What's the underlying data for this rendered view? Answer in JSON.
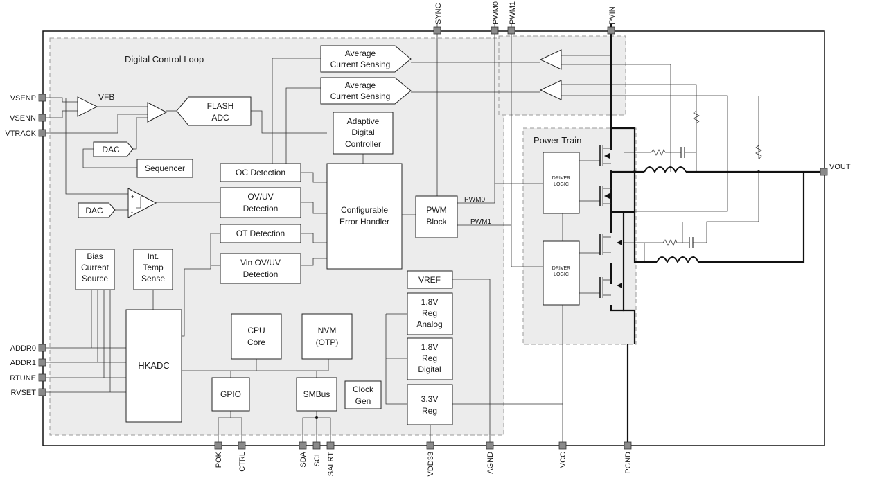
{
  "regions": {
    "digital_control_loop": "Digital Control Loop",
    "power_train": "Power Train"
  },
  "blocks": {
    "avg_current_1": [
      "Average",
      "Current Sensing"
    ],
    "avg_current_2": [
      "Average",
      "Current Sensing"
    ],
    "vfb": "VFB",
    "flash_adc": [
      "FLASH",
      "ADC"
    ],
    "adaptive_controller": [
      "Adaptive",
      "Digital",
      "Controller"
    ],
    "dac_top": "DAC",
    "sequencer": "Sequencer",
    "dac_bottom": "DAC",
    "oc_detection": "OC Detection",
    "ovuv_detection": [
      "OV/UV",
      "Detection"
    ],
    "ot_detection": "OT Detection",
    "vin_ovuv_detection": [
      "Vin OV/UV",
      "Detection"
    ],
    "error_handler": [
      "Configurable",
      "Error Handler"
    ],
    "pwm_block": [
      "PWM",
      "Block"
    ],
    "bias_source": [
      "Bias",
      "Current",
      "Source"
    ],
    "temp_sense": [
      "Int.",
      "Temp",
      "Sense"
    ],
    "hkadc": "HKADC",
    "cpu_core": [
      "CPU",
      "Core"
    ],
    "nvm": [
      "NVM",
      "(OTP)"
    ],
    "gpio": "GPIO",
    "smbus": "SMBus",
    "clock_gen": [
      "Clock",
      "Gen"
    ],
    "vref": "VREF",
    "reg_analog": [
      "1.8V",
      "Reg",
      "Analog"
    ],
    "reg_digital": [
      "1.8V",
      "Reg",
      "Digital"
    ],
    "reg_33": [
      "3.3V",
      "Reg"
    ],
    "driver_logic_1": [
      "DRIVER",
      "LOGIC"
    ],
    "driver_logic_2": [
      "DRIVER",
      "LOGIC"
    ]
  },
  "signals": {
    "pwm0": "PWM0",
    "pwm1": "PWM1"
  },
  "pins": {
    "left": [
      "VSENP",
      "VSENN",
      "VTRACK",
      "ADDR0",
      "ADDR1",
      "RTUNE",
      "RVSET"
    ],
    "top": [
      "SYNC",
      "PWM0",
      "PWM1",
      "PVIN"
    ],
    "right": [
      "VOUT"
    ],
    "bottom": [
      "POK",
      "CTRL",
      "SDA",
      "SCL",
      "SALRT",
      "VDD33",
      "AGND",
      "VCC",
      "PGND"
    ]
  }
}
